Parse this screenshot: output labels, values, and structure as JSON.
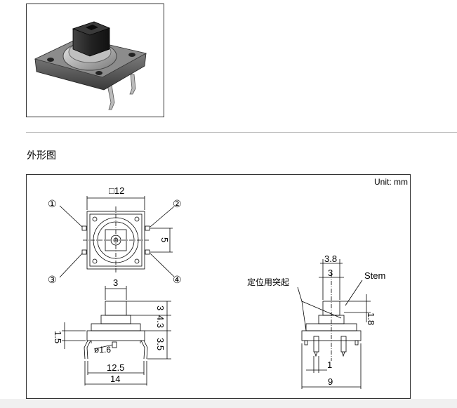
{
  "section_heading": "外形图",
  "unit_label": "Unit: mm",
  "dimensions": {
    "body_square": "□12",
    "pin_pitch_v": "5",
    "stem_width": "3",
    "stem_height": "3",
    "cap_height": "4.3",
    "lead_length": "3.5",
    "base_offset": "1.5",
    "pin_dia": "ø1.6",
    "pin_span": "12.5",
    "body_width": "14",
    "stem_outer": "3.8",
    "stem_inner": "3",
    "side_offset": "1.8",
    "pin_small": "1",
    "side_width": "9"
  },
  "labels": {
    "pin1": "①",
    "pin2": "②",
    "pin3": "③",
    "pin4": "④",
    "stem": "Stem",
    "positioning_bump": "定位用突起"
  }
}
